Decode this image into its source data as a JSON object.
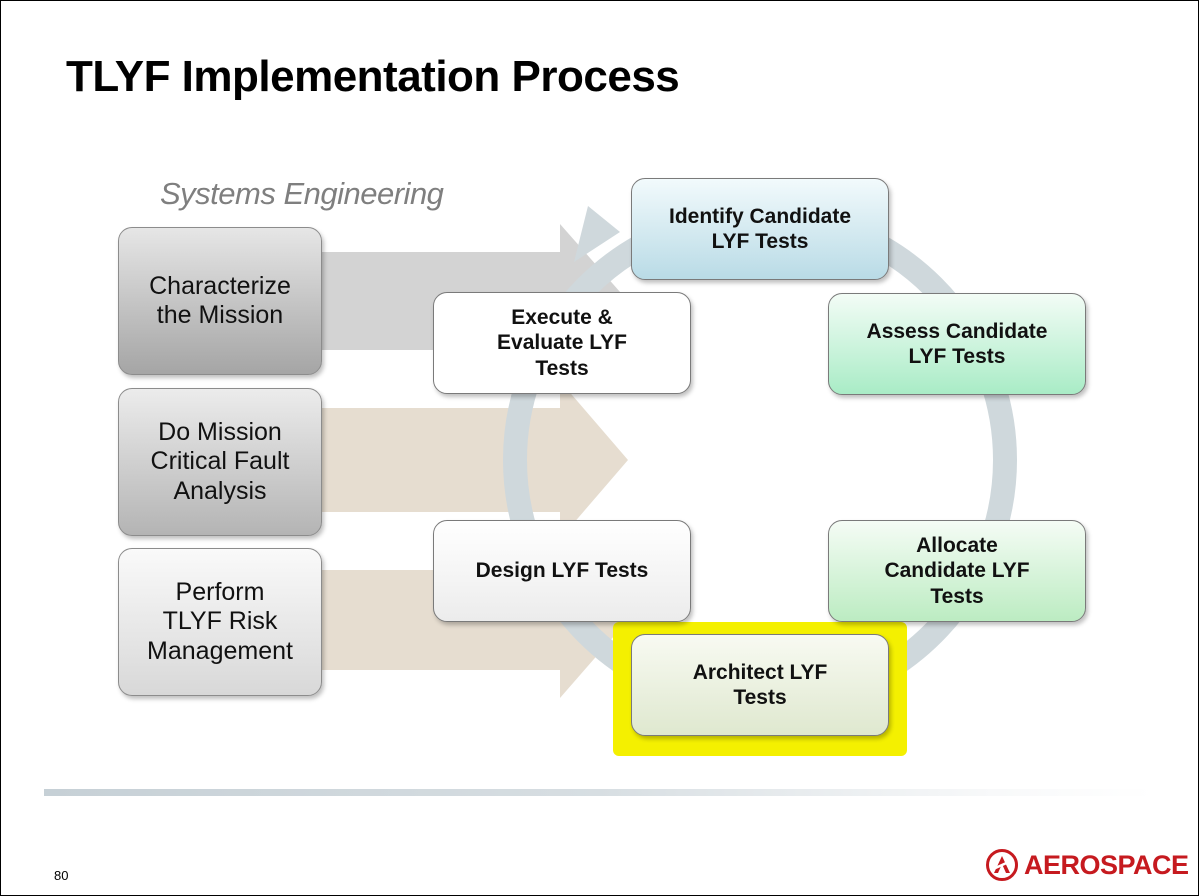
{
  "title": "TLYF Implementation Process",
  "subtitle": "Systems Engineering",
  "left_boxes": [
    {
      "label": "Characterize\nthe Mission"
    },
    {
      "label": "Do Mission\nCritical Fault\nAnalysis"
    },
    {
      "label": "Perform\nTLYF Risk\nManagement"
    }
  ],
  "cycle_steps": [
    {
      "label": "Identify Candidate\nLYF Tests"
    },
    {
      "label": "Assess Candidate\nLYF Tests"
    },
    {
      "label": "Allocate\nCandidate LYF\nTests"
    },
    {
      "label": "Architect LYF\nTests",
      "highlighted": true
    },
    {
      "label": "Design LYF Tests"
    },
    {
      "label": "Execute &\nEvaluate LYF\nTests"
    }
  ],
  "footer": {
    "page_number": "80",
    "logo_text": "AEROSPACE"
  },
  "colors": {
    "logo_red": "#c61a1f",
    "highlight": "#f4f000",
    "cycle_ring": "#cfd8dc"
  }
}
